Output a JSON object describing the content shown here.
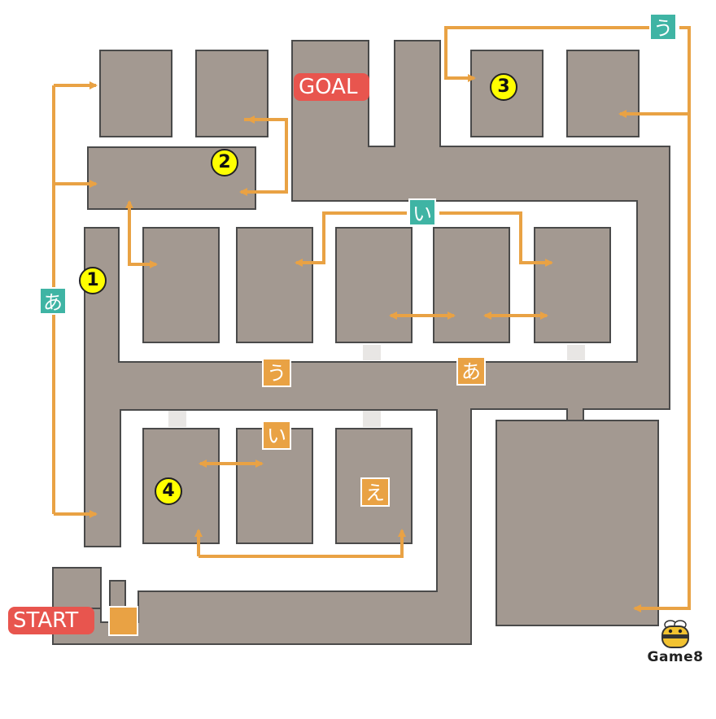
{
  "labels": {
    "start": "START",
    "goal": "GOAL"
  },
  "teal_tags": {
    "a": "あ",
    "i": "い",
    "u": "う"
  },
  "orange_tags": {
    "u": "う",
    "a": "あ",
    "i": "い",
    "e": "え"
  },
  "numbers": {
    "n1": "1",
    "n2": "2",
    "n3": "3",
    "n4": "4"
  },
  "logo": {
    "text": "Game8",
    "icon": "bee-icon"
  },
  "colors": {
    "wall": "#a39991",
    "wall_border": "#4a4a4a",
    "arrow": "#e9a244",
    "teal": "#3fb4a4",
    "red": "#e8554e",
    "marker": "#ffff00"
  }
}
